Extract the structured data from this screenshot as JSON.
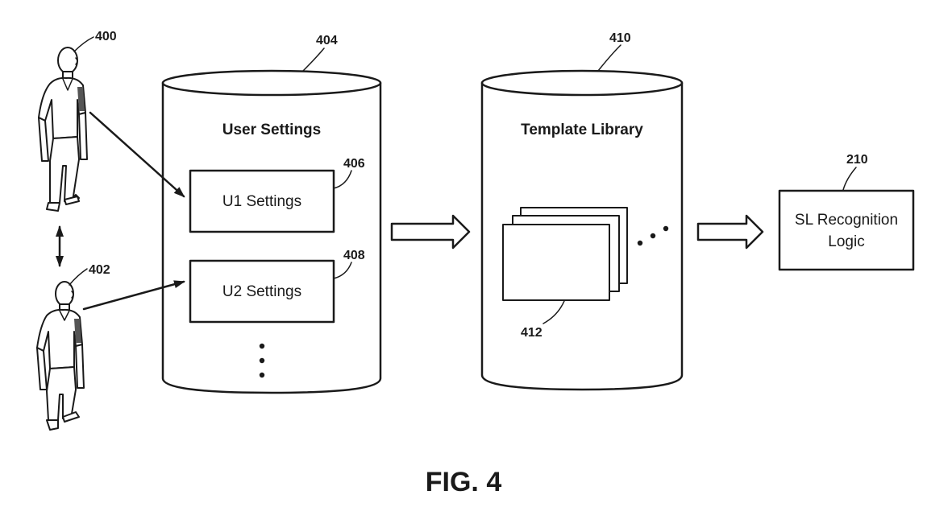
{
  "figure": {
    "caption": "FIG. 4"
  },
  "persons": [
    {
      "ref": "400",
      "icon": "person-icon"
    },
    {
      "ref": "402",
      "icon": "person-icon"
    }
  ],
  "user_settings_db": {
    "ref": "404",
    "title": "User Settings",
    "entries": [
      {
        "ref": "406",
        "label": "U1 Settings"
      },
      {
        "ref": "408",
        "label": "U2 Settings"
      }
    ]
  },
  "template_library_db": {
    "ref": "410",
    "title": "Template Library",
    "templates_ref": "412"
  },
  "recognition_logic": {
    "ref": "210",
    "label_line1": "SL Recognition",
    "label_line2": "Logic"
  }
}
